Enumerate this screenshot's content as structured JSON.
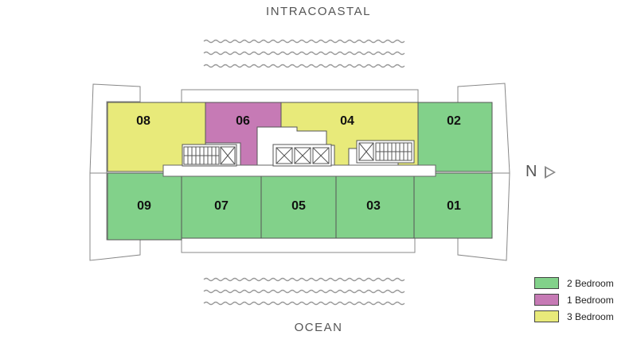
{
  "labels": {
    "top": "INTRACOASTAL",
    "bottom": "OCEAN",
    "north": "N"
  },
  "colors": {
    "two_bedroom": "#82d18a",
    "one_bedroom": "#c67ab5",
    "three_bedroom": "#e8ea7a",
    "outline": "#777777",
    "water": "#999999"
  },
  "units": [
    {
      "id": "08",
      "type": "three_bedroom"
    },
    {
      "id": "06",
      "type": "one_bedroom"
    },
    {
      "id": "04",
      "type": "three_bedroom"
    },
    {
      "id": "02",
      "type": "two_bedroom"
    },
    {
      "id": "09",
      "type": "two_bedroom"
    },
    {
      "id": "07",
      "type": "two_bedroom"
    },
    {
      "id": "05",
      "type": "two_bedroom"
    },
    {
      "id": "03",
      "type": "two_bedroom"
    },
    {
      "id": "01",
      "type": "two_bedroom"
    }
  ],
  "legend": [
    {
      "label": "2 Bedroom",
      "type": "two_bedroom"
    },
    {
      "label": "1 Bedroom",
      "type": "one_bedroom"
    },
    {
      "label": "3 Bedroom",
      "type": "three_bedroom"
    }
  ]
}
